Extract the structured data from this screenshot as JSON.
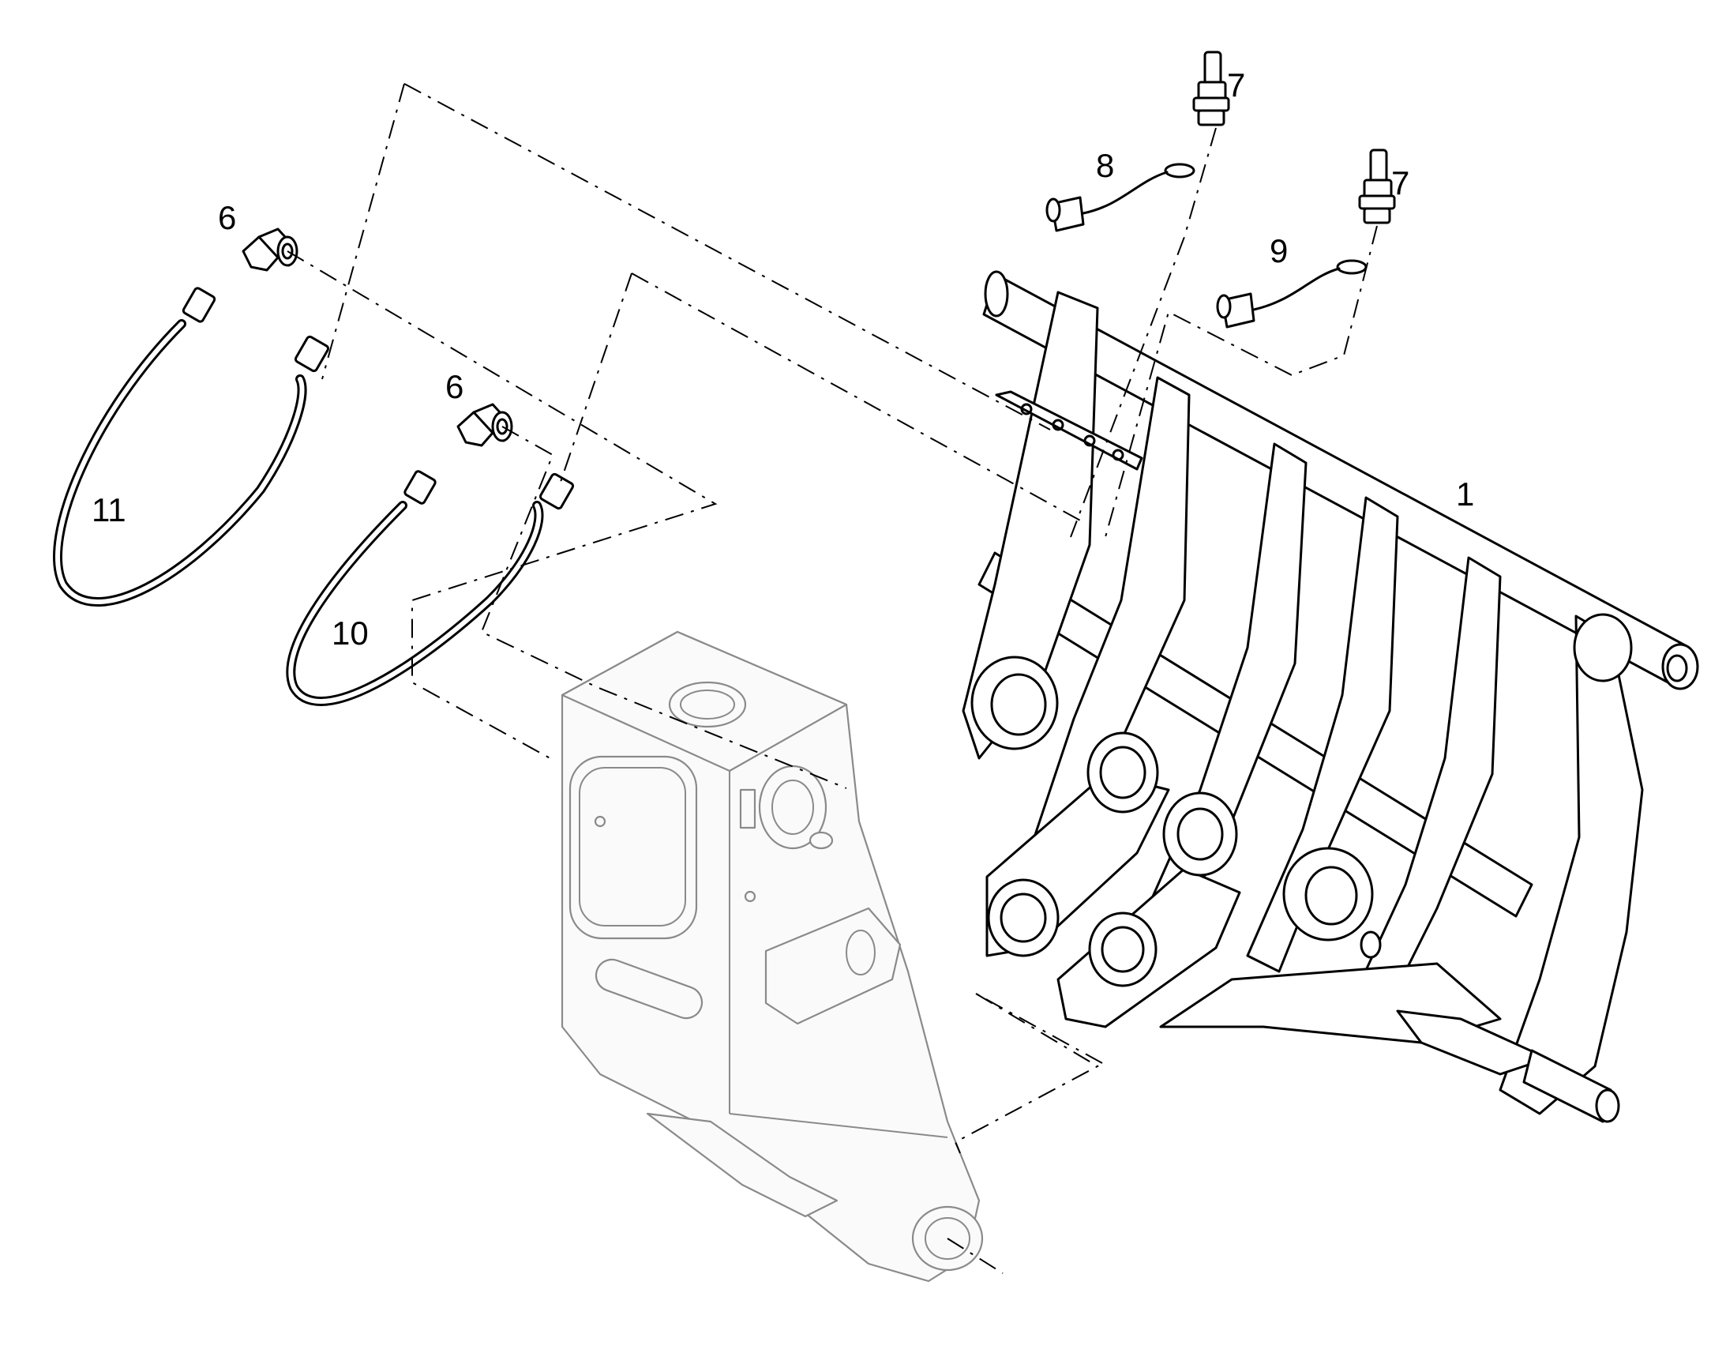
{
  "callouts": {
    "c1": "1",
    "c6a": "6",
    "c6b": "6",
    "c7a": "7",
    "c7b": "7",
    "c8": "8",
    "c9": "9",
    "c10": "10",
    "c11": "11"
  },
  "colors": {
    "line": "#000000",
    "ghost_part": "#8a8a8a",
    "background": "#ffffff"
  }
}
